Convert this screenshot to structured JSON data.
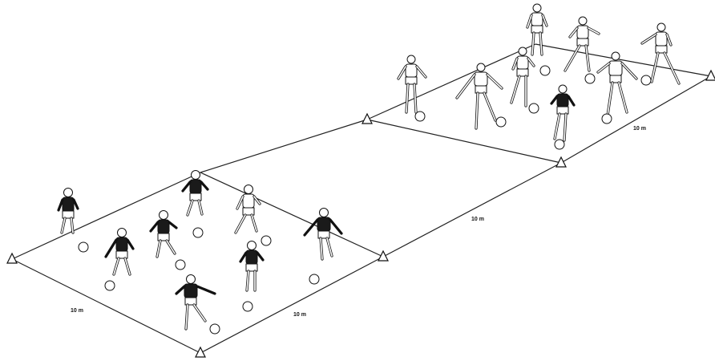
{
  "labels": {
    "front_left_side": "10 m",
    "front_right_side": "10 m",
    "middle_side": "10 m",
    "back_side": "10 m"
  }
}
